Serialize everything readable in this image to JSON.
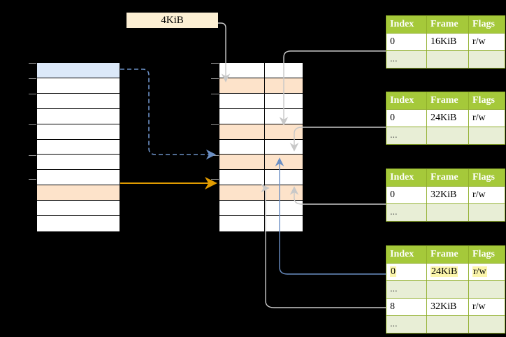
{
  "diagram": {
    "title": "page-table-walk-diagram",
    "colors": {
      "header_green": "#a5c93a",
      "table_border_green": "#8fae2a",
      "ellipsis_row": "#e8eed6",
      "highlight_yellow": "#fbf5ab",
      "peach_row": "#fde3ca",
      "blue_row": "#dce9f9",
      "size_label_bg": "#fcefd3",
      "gray_edge": "#c8c8c8",
      "blue_edge": "#6b8fc4",
      "orange_edge": "#e09b00",
      "background": "#000000"
    }
  },
  "size_label": {
    "text": "4KiB"
  },
  "virtual_column": {
    "name": "virtual-address-space",
    "rows": [
      {
        "index": 0,
        "fill": "blue"
      },
      {
        "index": 1,
        "fill": "white"
      },
      {
        "index": 2,
        "fill": "white"
      },
      {
        "index": 3,
        "fill": "white"
      },
      {
        "index": 4,
        "fill": "white"
      },
      {
        "index": 5,
        "fill": "white"
      },
      {
        "index": 6,
        "fill": "white"
      },
      {
        "index": 7,
        "fill": "white"
      },
      {
        "index": 8,
        "fill": "peach"
      },
      {
        "index": 9,
        "fill": "white"
      },
      {
        "index": 10,
        "fill": "white"
      }
    ]
  },
  "physical_column": {
    "name": "physical-memory",
    "rows": [
      {
        "index": 0,
        "fill": "white"
      },
      {
        "index": 1,
        "fill": "peach"
      },
      {
        "index": 2,
        "fill": "white"
      },
      {
        "index": 3,
        "fill": "white"
      },
      {
        "index": 4,
        "fill": "peach"
      },
      {
        "index": 5,
        "fill": "white"
      },
      {
        "index": 6,
        "fill": "peach"
      },
      {
        "index": 7,
        "fill": "white"
      },
      {
        "index": 8,
        "fill": "peach"
      },
      {
        "index": 9,
        "fill": "white"
      },
      {
        "index": 10,
        "fill": "white"
      }
    ]
  },
  "page_tables": [
    {
      "name": "page-table-level-1",
      "headers": [
        "Index",
        "Frame",
        "Flags"
      ],
      "rows": [
        {
          "cells": [
            "0",
            "16KiB",
            "r/w"
          ],
          "kind": "data",
          "highlight": []
        },
        {
          "cells": [
            "...",
            "",
            ""
          ],
          "kind": "ellipsis",
          "highlight": []
        }
      ]
    },
    {
      "name": "page-table-level-2",
      "headers": [
        "Index",
        "Frame",
        "Flags"
      ],
      "rows": [
        {
          "cells": [
            "0",
            "24KiB",
            "r/w"
          ],
          "kind": "data",
          "highlight": []
        },
        {
          "cells": [
            "...",
            "",
            ""
          ],
          "kind": "ellipsis",
          "highlight": []
        }
      ]
    },
    {
      "name": "page-table-level-3",
      "headers": [
        "Index",
        "Frame",
        "Flags"
      ],
      "rows": [
        {
          "cells": [
            "0",
            "32KiB",
            "r/w"
          ],
          "kind": "data",
          "highlight": []
        },
        {
          "cells": [
            "...",
            "",
            ""
          ],
          "kind": "ellipsis",
          "highlight": []
        }
      ]
    },
    {
      "name": "page-table-level-4",
      "headers": [
        "Index",
        "Frame",
        "Flags"
      ],
      "rows": [
        {
          "cells": [
            "0",
            "24KiB",
            "r/w"
          ],
          "kind": "data",
          "highlight": [
            0,
            1,
            2
          ]
        },
        {
          "cells": [
            "...",
            "",
            ""
          ],
          "kind": "ellipsis",
          "highlight": []
        },
        {
          "cells": [
            "8",
            "32KiB",
            "r/w"
          ],
          "kind": "data",
          "highlight": []
        },
        {
          "cells": [
            "...",
            "",
            ""
          ],
          "kind": "ellipsis",
          "highlight": []
        }
      ]
    }
  ]
}
